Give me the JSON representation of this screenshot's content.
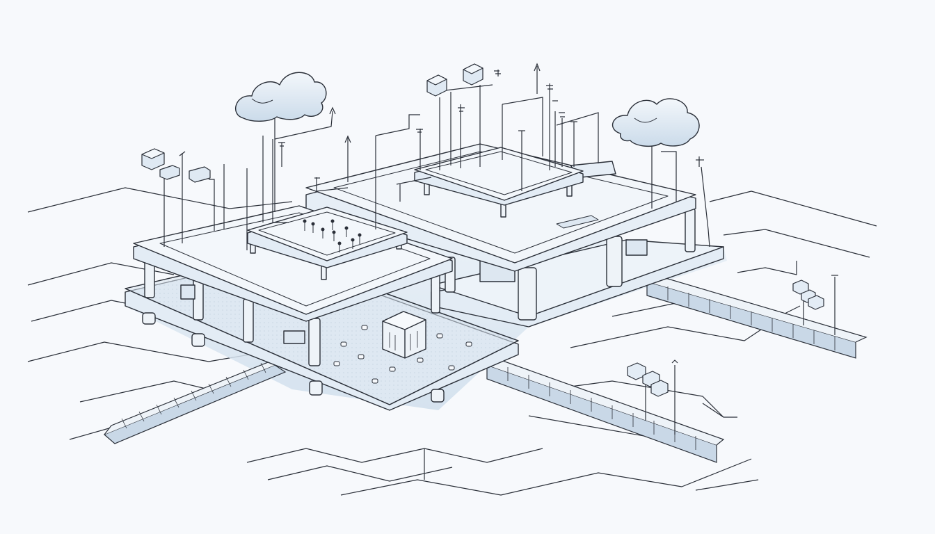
{
  "scene": {
    "subject": "isometric-sketch-of-elevated-terraces-with-cloud-connected-sensors",
    "style": "pencil line drawing with pale blue wash",
    "colors": {
      "paper": "#f7f9fc",
      "ink": "#2a2f38",
      "wash": "#dde8f2",
      "wash_dark": "#c6d6e6",
      "slab": "#f2f6fa",
      "cloud": "#e6eef6"
    },
    "objects": {
      "clouds": 2,
      "elevated_decks": 2,
      "roof_pavilions": 2,
      "sensor_boxes": 6,
      "street_lamps": 2,
      "trenches": 3,
      "people_figures": 9
    }
  }
}
